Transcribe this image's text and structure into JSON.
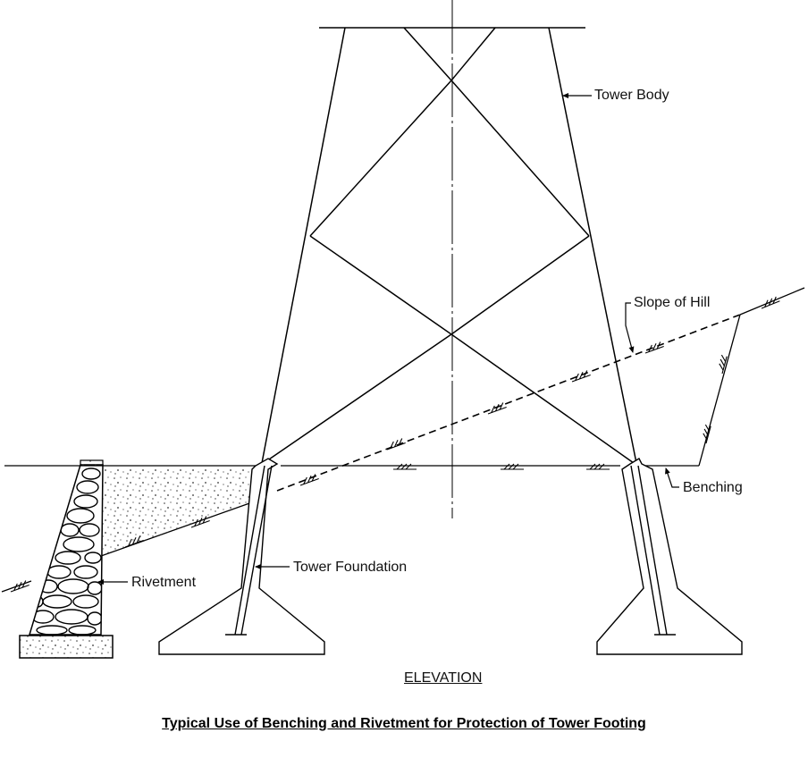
{
  "labels": {
    "tower_body": "Tower Body",
    "slope_of_hill": "Slope of Hill",
    "benching": "Benching",
    "rivetment": "Rivetment",
    "tower_foundation": "Tower Foundation",
    "elevation": "ELEVATION"
  },
  "caption": "Typical Use of Benching and Rivetment for Protection of Tower Footing"
}
